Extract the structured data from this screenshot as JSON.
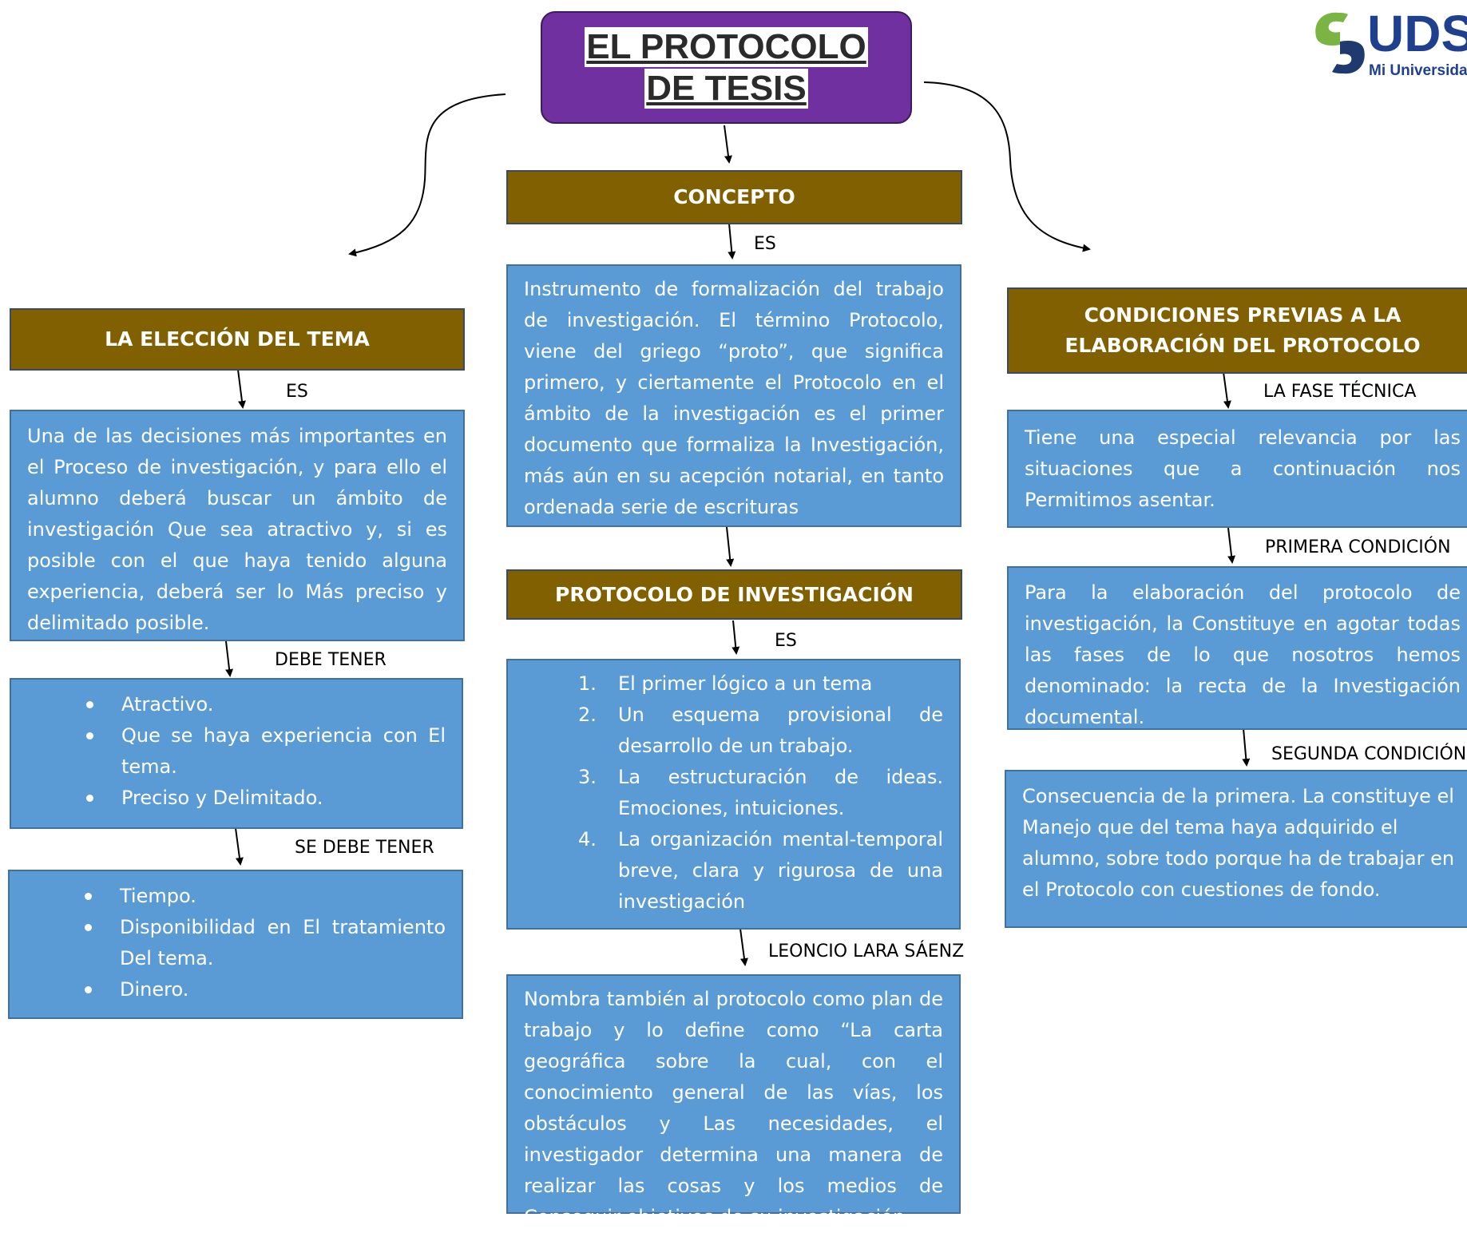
{
  "title": {
    "line1": "EL PROTOCOLO",
    "line2": "DE TESIS"
  },
  "logo": {
    "mark": "UDS",
    "tagline": "Mi Universidad"
  },
  "colors": {
    "title_bg": "#7030a0",
    "header_bg": "#806000",
    "body_bg": "#5b9bd5"
  },
  "left": {
    "header": "LA ELECCIÓN DEL TEMA",
    "label1": "ES",
    "body1": "Una de las decisiones más importantes en el Proceso de investigación, y para ello el alumno deberá buscar un ámbito de investigación Que sea atractivo y, si es posible con el que haya tenido alguna experiencia, deberá ser lo Más preciso y delimitado posible.",
    "label2": "DEBE TENER",
    "list1": [
      "Atractivo.",
      "Que se haya  experiencia con El tema.",
      "Preciso y Delimitado."
    ],
    "label3": "SE DEBE TENER",
    "list2": [
      "Tiempo.",
      "Disponibilidad en El tratamiento Del tema.",
      "Dinero."
    ]
  },
  "center": {
    "header1": "CONCEPTO",
    "label1": "ES",
    "body1": "Instrumento de formalización del trabajo de investigación. El término Protocolo, viene del griego “proto”, que significa primero, y ciertamente el Protocolo en el ámbito de la investigación es el primer documento que formaliza la Investigación, más aún en su acepción notarial, en tanto ordenada serie de escrituras",
    "header2": "PROTOCOLO DE INVESTIGACIÓN",
    "label2": "ES",
    "list": [
      {
        "num": "1.",
        "text": "El primer lógico a un tema"
      },
      {
        "num": "2.",
        "text": "Un esquema provisional de desarrollo de un trabajo."
      },
      {
        "num": "3.",
        "text": "La estructuración de ideas. Emociones, intuiciones."
      },
      {
        "num": "4.",
        "text": "La organización mental-temporal breve, clara y rigurosa de una investigación"
      }
    ],
    "label3": "LEONCIO LARA SÁENZ",
    "body2": "Nombra también al protocolo como plan de trabajo y lo define como “La carta geográfica sobre la cual, con el conocimiento general de las vías, los obstáculos y Las necesidades, el investigador determina una manera de realizar las cosas y los medios de Conseguir objetivos de su investigación."
  },
  "right": {
    "header": "CONDICIONES PREVIAS A LA ELABORACIÓN DEL PROTOCOLO",
    "label1": "LA FASE TÉCNICA",
    "body1": "Tiene una especial relevancia por las situaciones que a continuación nos Permitimos asentar.",
    "label2": "PRIMERA CONDICIÓN",
    "body2": "Para la elaboración del protocolo de investigación, la Constituye en agotar todas las fases de lo que nosotros hemos denominado: la recta de la Investigación documental.",
    "label3": "SEGUNDA CONDICIÓN",
    "body3": "Consecuencia de la primera. La constituye el Manejo que del tema haya adquirido el alumno, sobre todo porque ha de trabajar en el Protocolo con cuestiones de fondo."
  }
}
